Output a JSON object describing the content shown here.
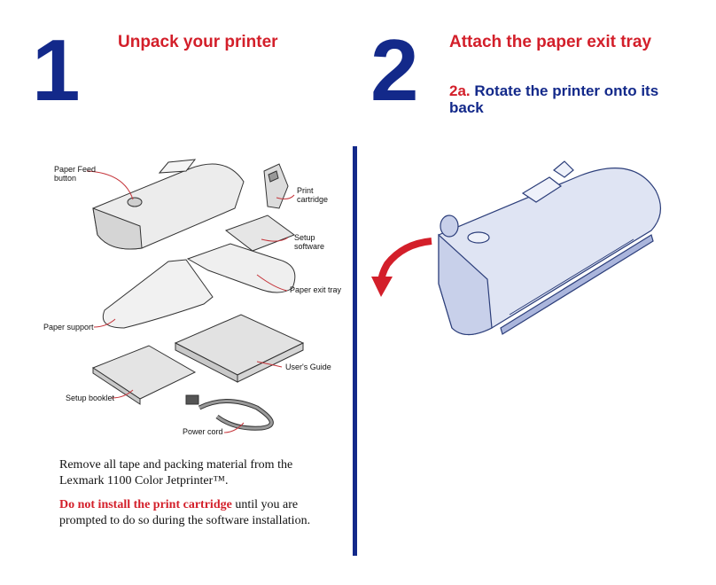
{
  "step1": {
    "number": "1",
    "title": "Unpack your printer",
    "labels": {
      "paper_feed": "Paper Feed button",
      "print_cartridge": "Print cartridge",
      "setup_software": "Setup software",
      "paper_exit_tray": "Paper exit tray",
      "paper_support": "Paper support",
      "users_guide": "User's Guide",
      "setup_booklet": "Setup booklet",
      "power_cord": "Power cord"
    },
    "paragraph1": "Remove all tape and packing material from the Lexmark 1100 Color Jetprinter™.",
    "warning_bold": "Do not install the print cartridge",
    "warning_rest": " until you are prompted to do so during the software installation."
  },
  "step2": {
    "number": "2",
    "title": "Attach the paper exit tray",
    "substep_number": "2a.",
    "substep_text": "Rotate the printer onto its back"
  },
  "colors": {
    "accent_red": "#d31f2a",
    "accent_blue": "#13298a",
    "printer_fill": "#dfe4f3"
  }
}
